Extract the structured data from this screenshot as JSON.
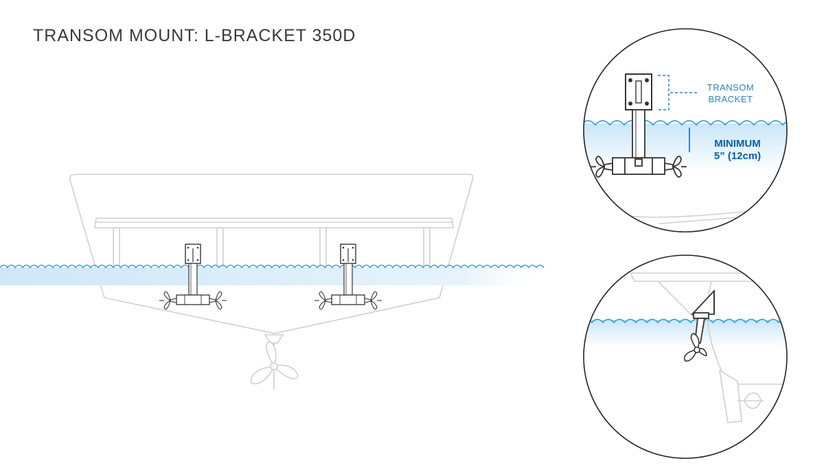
{
  "title": "TRANSOM MOUNT: L-BRACKET 350D",
  "callouts": {
    "bracket_line1": "TRANSOM",
    "bracket_line2": "BRACKET",
    "depth_line1": "MINIMUM",
    "depth_line2": "5” (12cm)"
  },
  "colors": {
    "outline": "#cfcfcf",
    "device": "#333333",
    "water_line": "#3f9fdd",
    "water_fill": "#dcefff",
    "label_blue": "#2f7fc1",
    "label_dark_blue": "#0b5da6"
  },
  "icons": [
    "boat-hull-icon",
    "bracket-icon",
    "transducer-icon",
    "propeller-icon",
    "magnifier-circle-icon"
  ]
}
